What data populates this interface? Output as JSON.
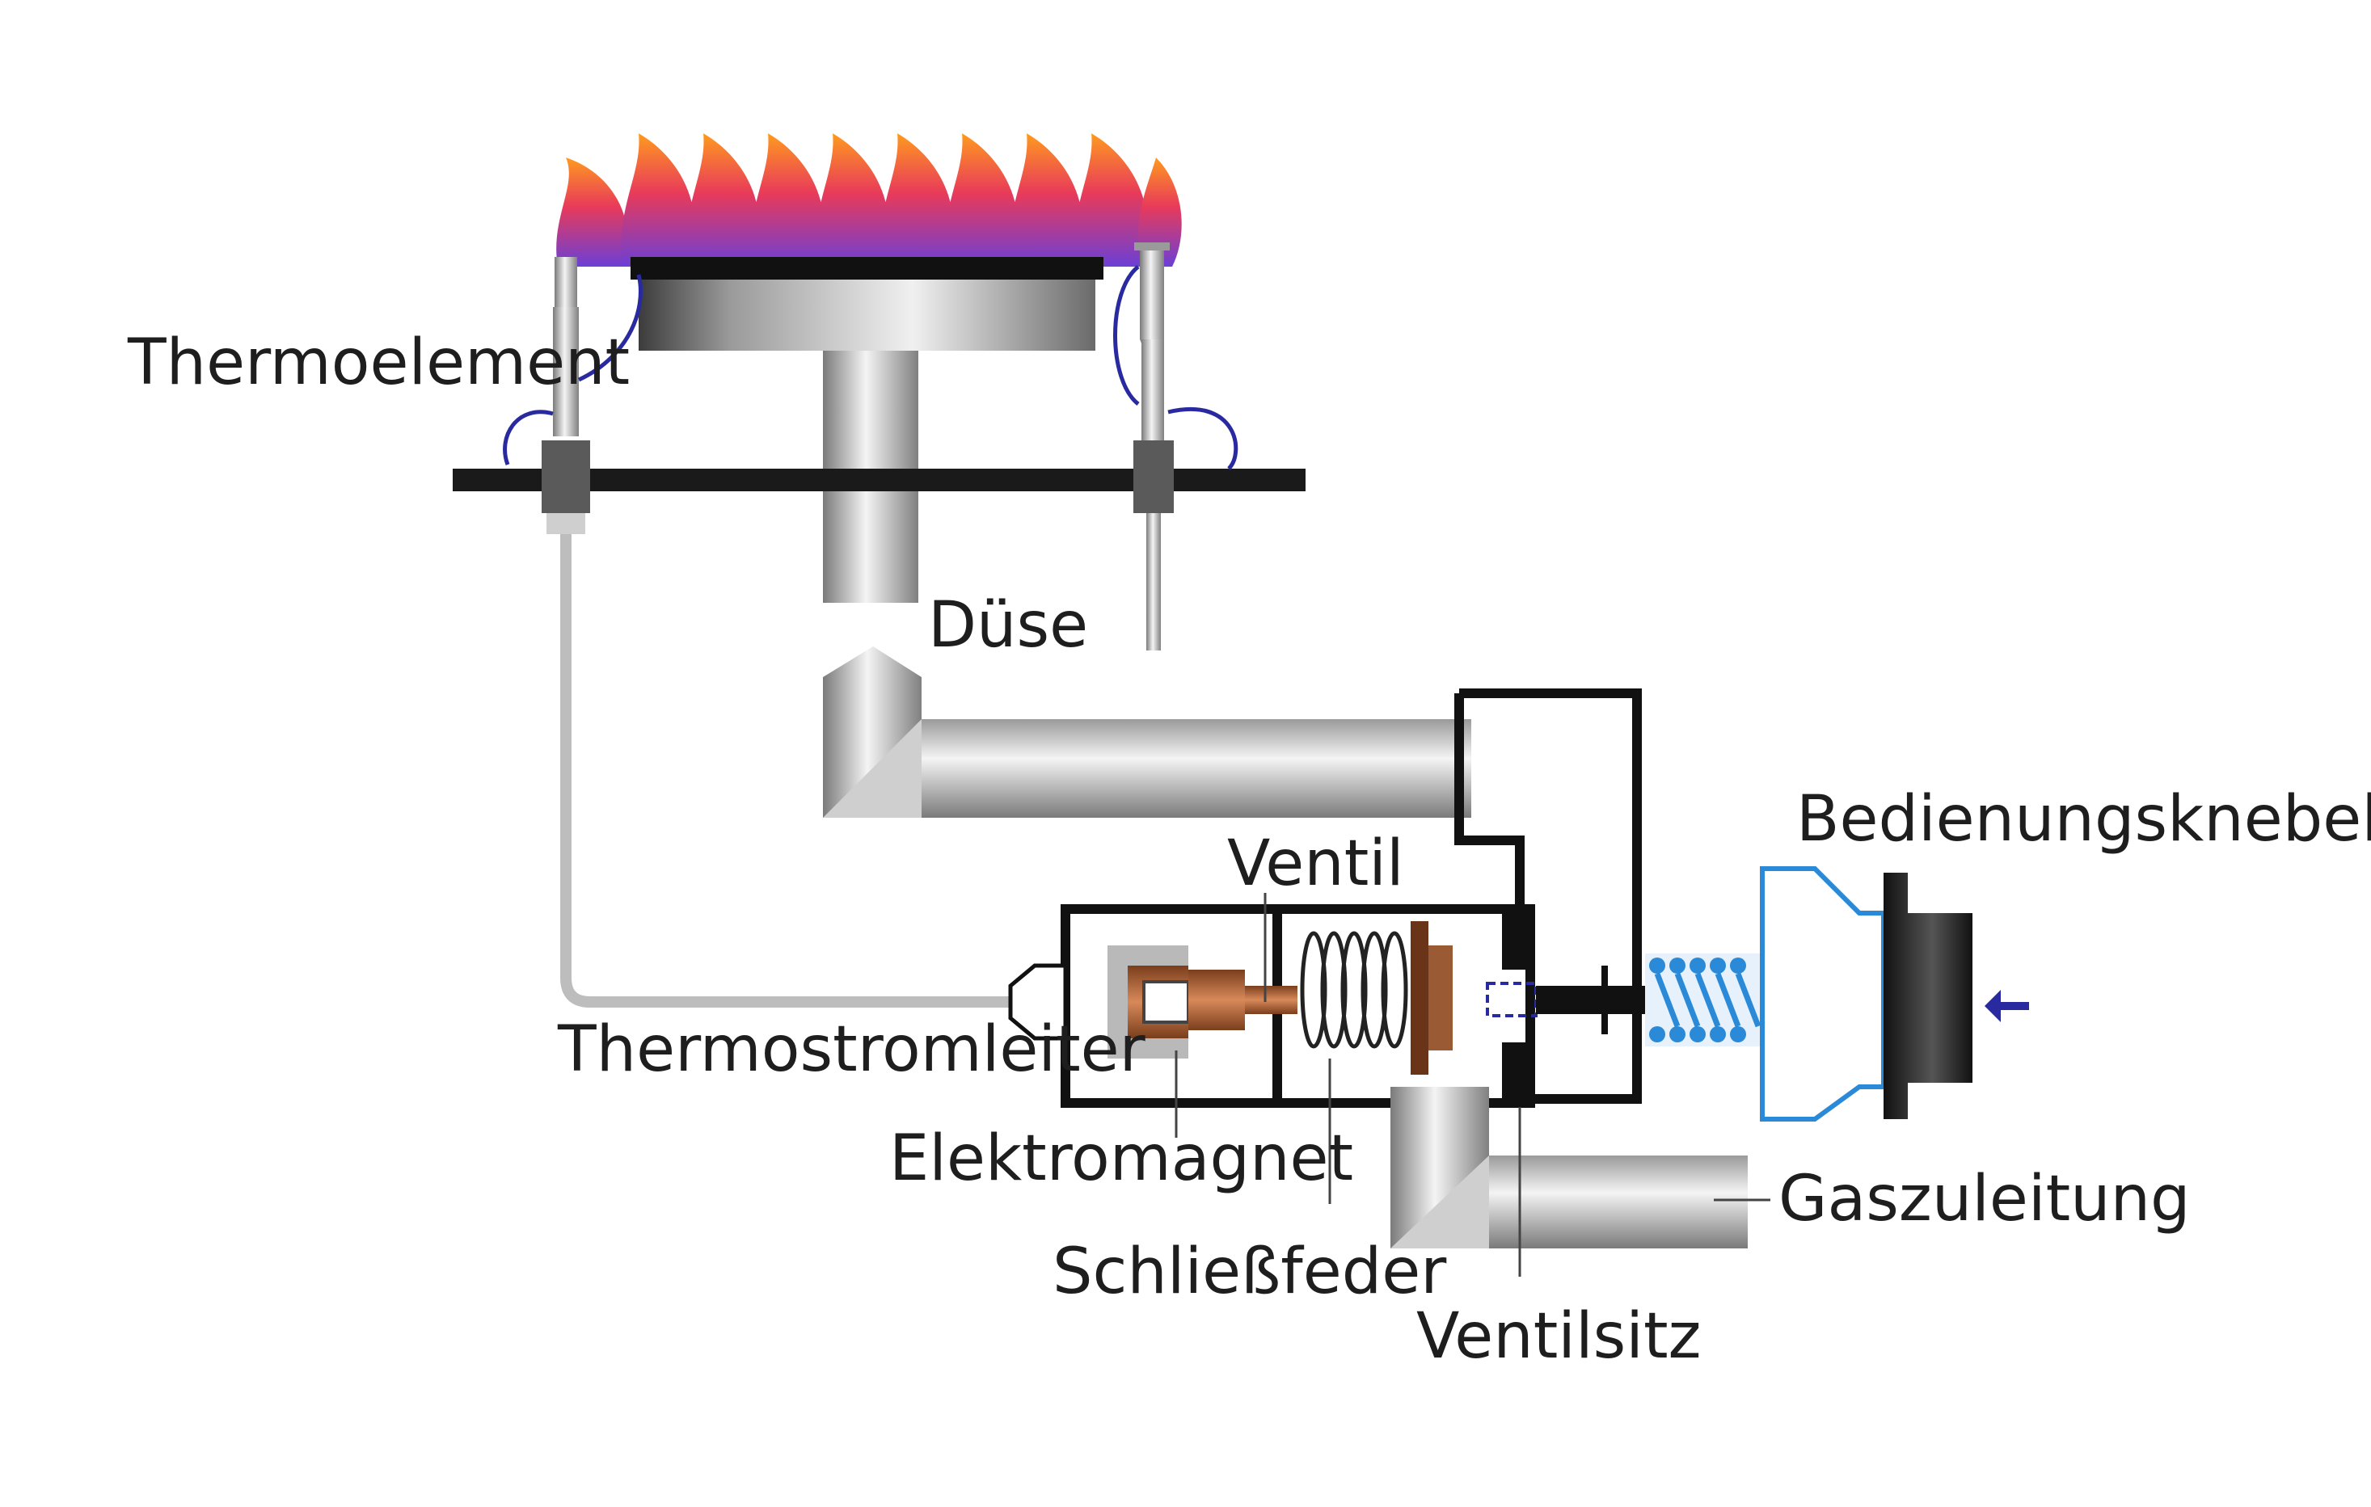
{
  "labels": {
    "thermoelement": "Thermoelement",
    "duese": "Düse",
    "ventil": "Ventil",
    "bedienungsknebel": "Bedienungsknebel",
    "thermostromleiter": "Thermostromleiter",
    "elektromagnet": "Elektromagnet",
    "gaszuleitung": "Gaszuleitung",
    "schliessfeder": "Schließfeder",
    "ventilsitz": "Ventilsitz"
  },
  "colors": {
    "flame_top": "#ff9a1f",
    "flame_mid": "#e83a5a",
    "flame_bottom": "#6b3fd6",
    "pipe_light": "#f2f2f2",
    "pipe_dark": "#7a7a7a",
    "copper": "#b8683a",
    "spring_blue": "#2a8ad8",
    "wire_blue": "#2a2aa0",
    "housing": "#111111"
  }
}
